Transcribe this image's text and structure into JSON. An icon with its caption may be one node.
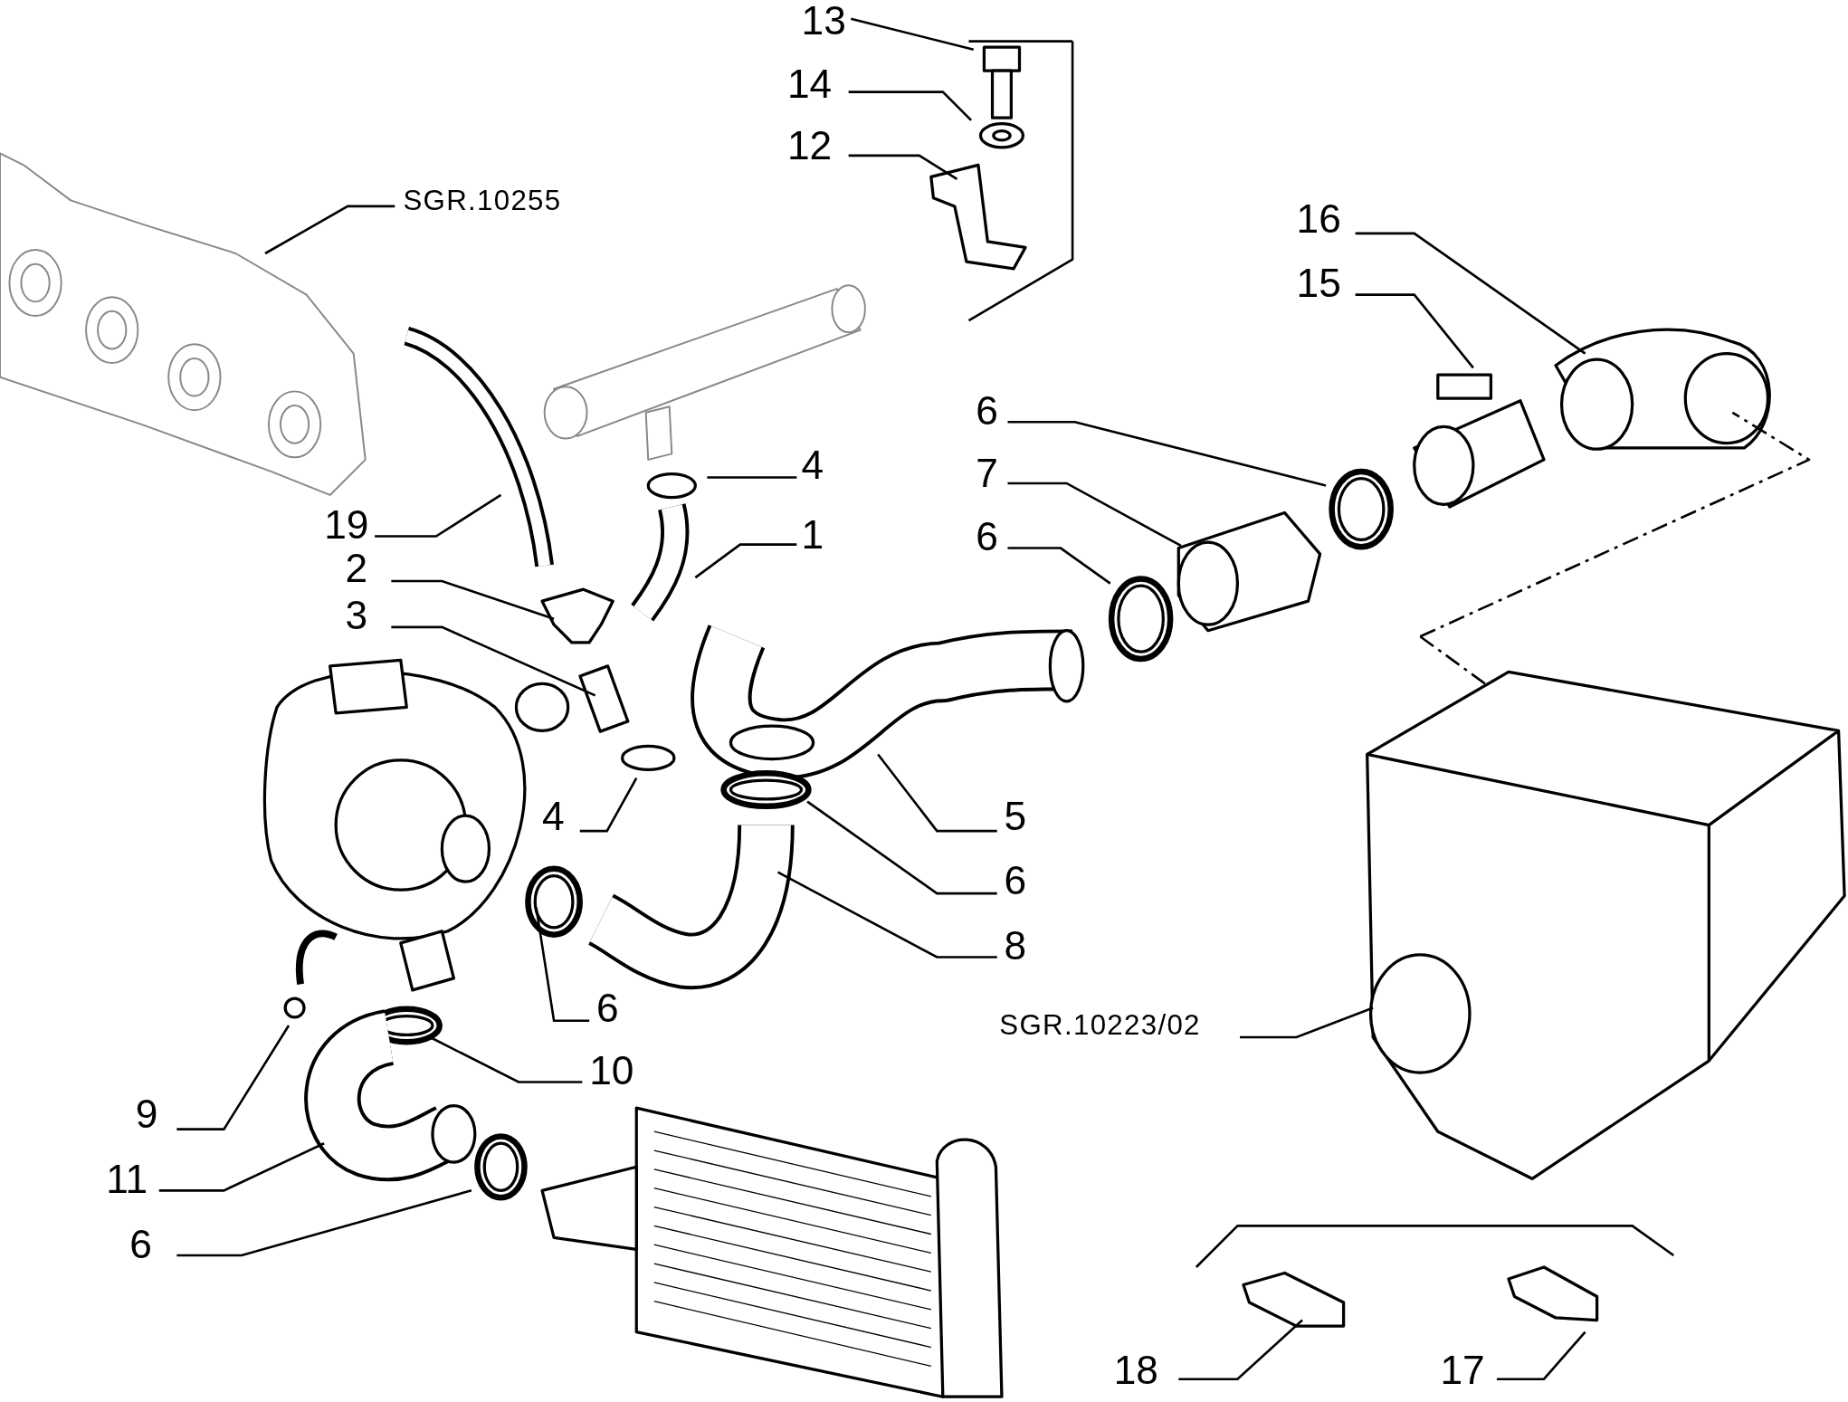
{
  "diagram": {
    "nodes": [
      {
        "text": [
          "13"
        ]
      },
      {
        "text": [
          "14"
        ]
      },
      {
        "text": [
          "12"
        ]
      },
      {
        "text": [
          "SGR.10255"
        ]
      },
      {
        "text": [
          "16"
        ]
      },
      {
        "text": [
          "15"
        ]
      },
      {
        "text": [
          "6"
        ]
      },
      {
        "text": [
          "7"
        ]
      },
      {
        "text": [
          "6"
        ]
      },
      {
        "text": [
          "19"
        ]
      },
      {
        "text": [
          "4"
        ]
      },
      {
        "text": [
          "1"
        ]
      },
      {
        "text": [
          "2"
        ]
      },
      {
        "text": [
          "3"
        ]
      },
      {
        "text": [
          "4"
        ]
      },
      {
        "text": [
          "5"
        ]
      },
      {
        "text": [
          "6"
        ]
      },
      {
        "text": [
          "8"
        ]
      },
      {
        "text": [
          "6"
        ]
      },
      {
        "text": [
          "SGR.10223/02"
        ]
      },
      {
        "text": [
          "10"
        ]
      },
      {
        "text": [
          "9"
        ]
      },
      {
        "text": [
          "11"
        ]
      },
      {
        "text": [
          "6"
        ]
      },
      {
        "text": [
          "18"
        ]
      },
      {
        "text": [
          "17"
        ]
      }
    ],
    "edges": [
      {
        "from": 0,
        "to": null,
        "arrow": "none"
      },
      {
        "from": 1,
        "to": null,
        "arrow": "none"
      },
      {
        "from": 2,
        "to": null,
        "arrow": "none"
      },
      {
        "from": 3,
        "to": null,
        "arrow": "none"
      },
      {
        "from": 4,
        "to": null,
        "arrow": "none"
      },
      {
        "from": 5,
        "to": null,
        "arrow": "none"
      },
      {
        "from": 6,
        "to": null,
        "arrow": "none"
      },
      {
        "from": 7,
        "to": null,
        "arrow": "none"
      },
      {
        "from": 8,
        "to": null,
        "arrow": "none"
      },
      {
        "from": 9,
        "to": null,
        "arrow": "none"
      },
      {
        "from": 10,
        "to": null,
        "arrow": "none"
      },
      {
        "from": 11,
        "to": null,
        "arrow": "none"
      },
      {
        "from": 12,
        "to": null,
        "arrow": "none"
      },
      {
        "from": 13,
        "to": null,
        "arrow": "none"
      },
      {
        "from": 14,
        "to": null,
        "arrow": "none"
      },
      {
        "from": 15,
        "to": null,
        "arrow": "none"
      },
      {
        "from": 16,
        "to": null,
        "arrow": "none"
      },
      {
        "from": 17,
        "to": null,
        "arrow": "none"
      },
      {
        "from": 18,
        "to": null,
        "arrow": "none"
      },
      {
        "from": 19,
        "to": null,
        "arrow": "none"
      },
      {
        "from": 20,
        "to": null,
        "arrow": "none"
      },
      {
        "from": 21,
        "to": null,
        "arrow": "none"
      },
      {
        "from": 22,
        "to": null,
        "arrow": "none"
      },
      {
        "from": 23,
        "to": null,
        "arrow": "none"
      },
      {
        "from": 24,
        "to": null,
        "arrow": "none"
      },
      {
        "from": 25,
        "to": null,
        "arrow": "none"
      }
    ]
  }
}
